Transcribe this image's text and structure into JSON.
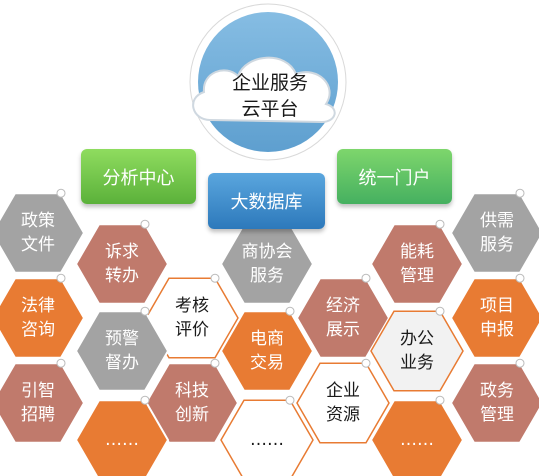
{
  "cloud": {
    "line1": "企业服务",
    "line2": "云平台"
  },
  "boxes": {
    "analysis": "分析中心",
    "bigdata": "大数据库",
    "portal": "统一门户"
  },
  "hexes": [
    {
      "id": "policy",
      "line1": "政策",
      "line2": "文件",
      "fill": "#a3a3a3",
      "text": "#ffffff"
    },
    {
      "id": "appeal",
      "line1": "诉求",
      "line2": "转办",
      "fill": "#c07a6c",
      "text": "#ffffff"
    },
    {
      "id": "chamber",
      "line1": "商协会",
      "line2": "服务",
      "fill": "#a3a3a3",
      "text": "#ffffff"
    },
    {
      "id": "energy",
      "line1": "能耗",
      "line2": "管理",
      "fill": "#c07a6c",
      "text": "#ffffff"
    },
    {
      "id": "supply",
      "line1": "供需",
      "line2": "服务",
      "fill": "#a3a3a3",
      "text": "#ffffff"
    },
    {
      "id": "legal",
      "line1": "法律",
      "line2": "咨询",
      "fill": "#e87b33",
      "text": "#ffffff"
    },
    {
      "id": "assess",
      "line1": "考核",
      "line2": "评价",
      "fill": "#ffffff",
      "text": "#1a1a1a"
    },
    {
      "id": "economy",
      "line1": "经济",
      "line2": "展示",
      "fill": "#c07a6c",
      "text": "#ffffff"
    },
    {
      "id": "project",
      "line1": "项目",
      "line2": "申报",
      "fill": "#e87b33",
      "text": "#ffffff"
    },
    {
      "id": "warning",
      "line1": "预警",
      "line2": "督办",
      "fill": "#a3a3a3",
      "text": "#ffffff"
    },
    {
      "id": "ecommerce",
      "line1": "电商",
      "line2": "交易",
      "fill": "#e87b33",
      "text": "#ffffff"
    },
    {
      "id": "office",
      "line1": "办公",
      "line2": "业务",
      "fill": "#f2f2f2",
      "text": "#1a1a1a"
    },
    {
      "id": "talent",
      "line1": "引智",
      "line2": "招聘",
      "fill": "#c07a6c",
      "text": "#ffffff"
    },
    {
      "id": "tech",
      "line1": "科技",
      "line2": "创新",
      "fill": "#c07a6c",
      "text": "#ffffff"
    },
    {
      "id": "resources",
      "line1": "企业",
      "line2": "资源",
      "fill": "#ffffff",
      "text": "#1a1a1a"
    },
    {
      "id": "gov",
      "line1": "政务",
      "line2": "管理",
      "fill": "#c07a6c",
      "text": "#ffffff"
    },
    {
      "id": "more1",
      "line1": "……",
      "line2": "",
      "fill": "#e87b33",
      "text": "#ffffff"
    },
    {
      "id": "more2",
      "line1": "……",
      "line2": "",
      "fill": "#ffffff",
      "text": "#1a1a1a"
    },
    {
      "id": "more3",
      "line1": "……",
      "line2": "",
      "fill": "#e87b33",
      "text": "#ffffff"
    }
  ]
}
